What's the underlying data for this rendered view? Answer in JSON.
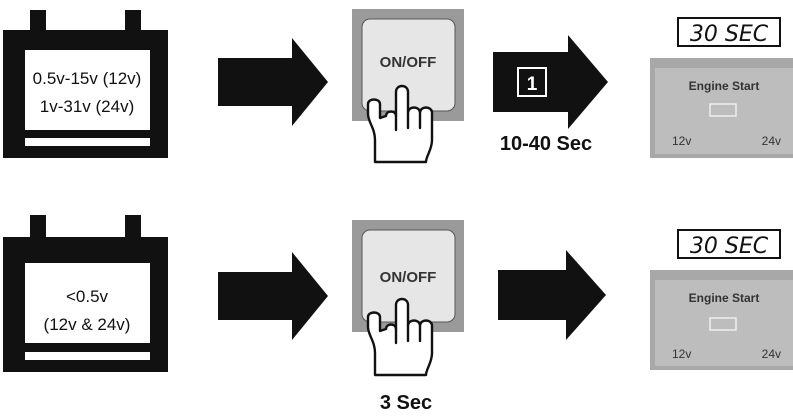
{
  "rows": [
    {
      "battery": {
        "line1": "0.5v-15v (12v)",
        "line2": "1v-31v (24v)"
      },
      "button": {
        "label": "ON/OFF"
      },
      "arrow2": {
        "badge": "1"
      },
      "caption": "10-40 Sec",
      "timer": "30 SEC",
      "panel": {
        "title": "Engine Start",
        "left": "12v",
        "right": "24v"
      }
    },
    {
      "battery": {
        "line1": "<0.5v",
        "line2": "(12v & 24v)"
      },
      "button": {
        "label": "ON/OFF"
      },
      "caption": "3 Sec",
      "timer": "30 SEC",
      "panel": {
        "title": "Engine Start",
        "left": "12v",
        "right": "24v"
      }
    }
  ],
  "colors": {
    "ink": "#111111",
    "button_face": "#e6e6e6",
    "button_frame": "#9a9a9a",
    "panel": "#a8a8a8",
    "panel_inner": "#bdbdbd"
  }
}
